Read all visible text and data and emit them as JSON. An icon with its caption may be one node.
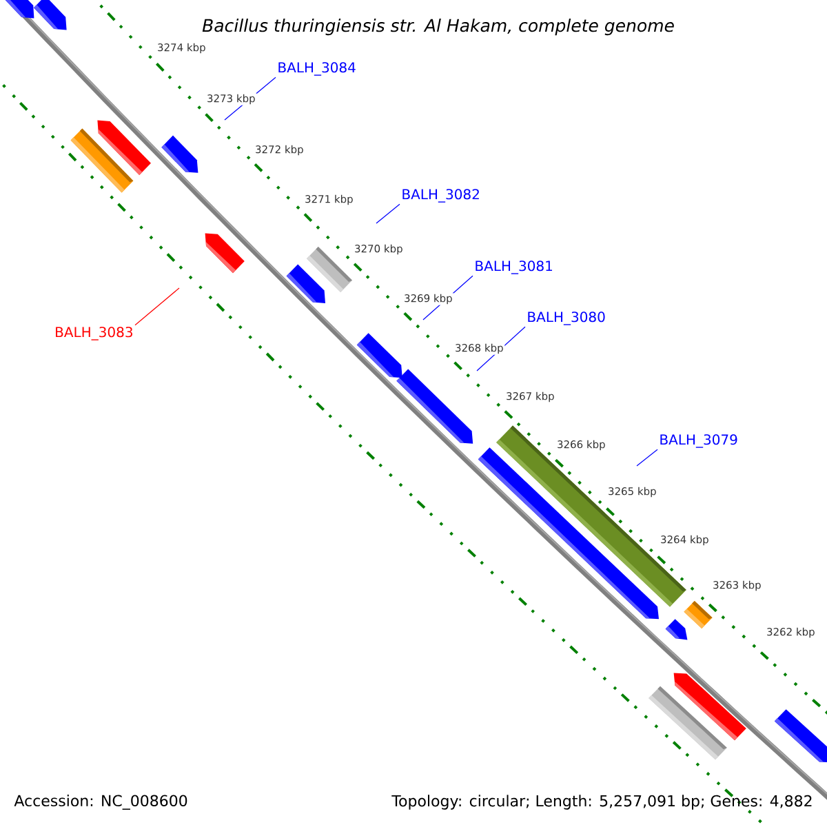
{
  "diagram": {
    "title": "*Bacillus thuringiensis* str. Al Hakam, complete genome",
    "nodes": [
      {
        "text": [
          "BALH_3084"
        ]
      },
      {
        "text": [
          "BALH_3082"
        ]
      },
      {
        "text": [
          "BALH_3081"
        ]
      },
      {
        "text": [
          "BALH_3080"
        ]
      },
      {
        "text": [
          "BALH_3079"
        ]
      },
      {
        "text": [
          "BALH_3083"
        ]
      }
    ],
    "edges": [
      {
        "from": 0,
        "to": null,
        "arrow": "none"
      },
      {
        "from": 1,
        "to": null,
        "arrow": "none"
      },
      {
        "from": 2,
        "to": null,
        "arrow": "none"
      },
      {
        "from": 3,
        "to": null,
        "arrow": "none"
      },
      {
        "from": 4,
        "to": null,
        "arrow": "none"
      },
      {
        "from": 5,
        "to": null,
        "arrow": "none",
        "color": "#ff0000"
      }
    ],
    "labels": [
      "3274 kbp",
      "3273 kbp",
      "3272 kbp",
      "3271 kbp",
      "3270 kbp",
      "3269 kbp",
      "3268 kbp",
      "3267 kbp",
      "3266 kbp",
      "3265 kbp",
      "3264 kbp",
      "3263 kbp",
      "3262 kbp",
      "Accession: NC_008600",
      "Topology: circular; Length: 5,257,091 bp; Genes: 4,882"
    ]
  }
}
